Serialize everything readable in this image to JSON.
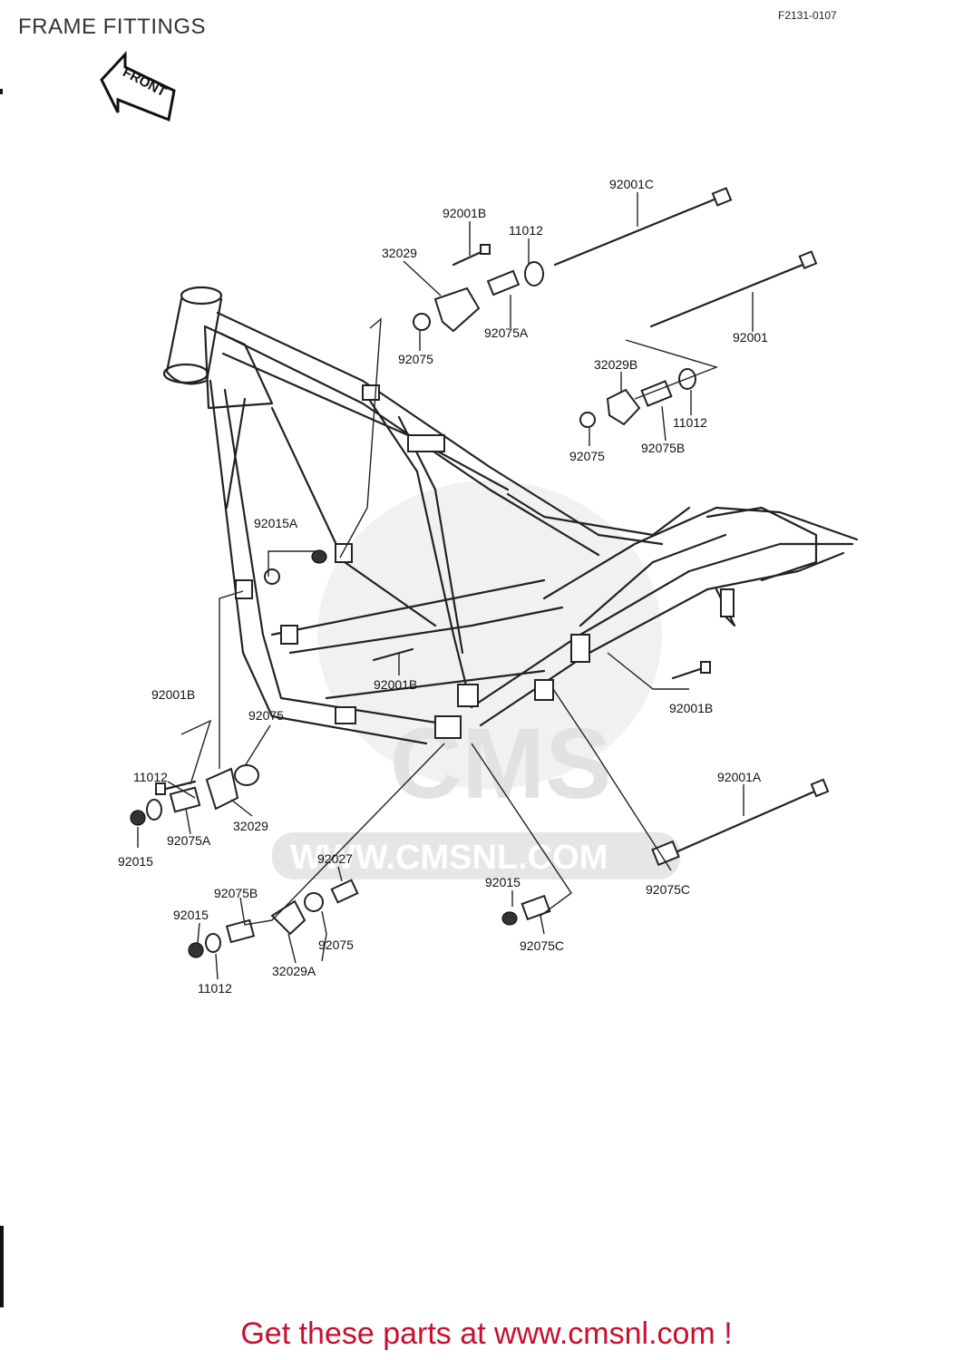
{
  "header": {
    "title": "FRAME FITTINGS",
    "doc_id": "F2131-0107"
  },
  "front_arrow": {
    "label": "FRONT"
  },
  "watermark": {
    "brand": "CMS",
    "url": "WWW.CMSNL.COM"
  },
  "callouts": [
    {
      "id": "92001C-top",
      "text": "92001C"
    },
    {
      "id": "92001B-top",
      "text": "92001B"
    },
    {
      "id": "11012-top",
      "text": "11012"
    },
    {
      "id": "32029-top",
      "text": "32029"
    },
    {
      "id": "92075-top",
      "text": "92075"
    },
    {
      "id": "92075A-top",
      "text": "92075A"
    },
    {
      "id": "92001-right",
      "text": "92001"
    },
    {
      "id": "32029B",
      "text": "32029B"
    },
    {
      "id": "11012-mid",
      "text": "11012"
    },
    {
      "id": "92075-mid",
      "text": "92075"
    },
    {
      "id": "92075B-mid",
      "text": "92075B"
    },
    {
      "id": "92015A",
      "text": "92015A"
    },
    {
      "id": "92001B-center",
      "text": "92001B"
    },
    {
      "id": "92001B-right",
      "text": "92001B"
    },
    {
      "id": "92001B-left",
      "text": "92001B"
    },
    {
      "id": "92075-left",
      "text": "92075"
    },
    {
      "id": "11012-left",
      "text": "11012"
    },
    {
      "id": "32029-left",
      "text": "32029"
    },
    {
      "id": "92075A-left",
      "text": "92075A"
    },
    {
      "id": "92015-left",
      "text": "92015"
    },
    {
      "id": "92001A",
      "text": "92001A"
    },
    {
      "id": "92075C-right",
      "text": "92075C"
    },
    {
      "id": "92027",
      "text": "92027"
    },
    {
      "id": "92075B-low",
      "text": "92075B"
    },
    {
      "id": "92015-low",
      "text": "92015"
    },
    {
      "id": "92075-low",
      "text": "92075"
    },
    {
      "id": "11012-low",
      "text": "11012"
    },
    {
      "id": "32029A",
      "text": "32029A"
    },
    {
      "id": "92015-center",
      "text": "92015"
    },
    {
      "id": "92075C-center",
      "text": "92075C"
    }
  ],
  "footer": {
    "text": "Get these parts at www.cmsnl.com !"
  }
}
